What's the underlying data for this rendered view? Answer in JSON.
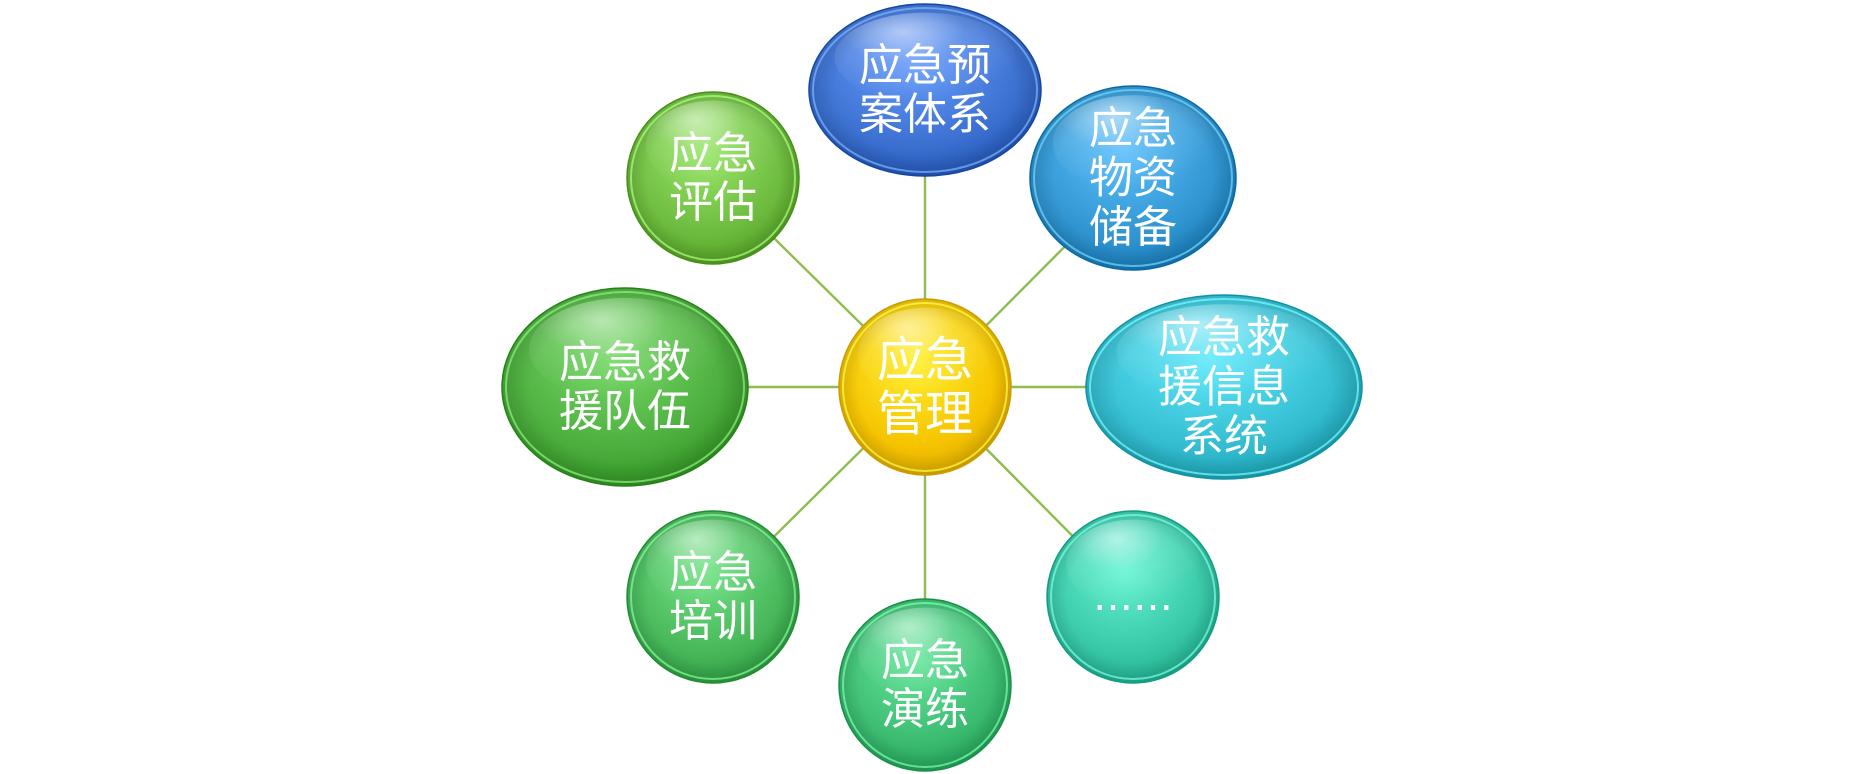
{
  "diagram": {
    "center": {
      "lines": [
        "应急",
        "管理"
      ],
      "color": "#f6c300"
    },
    "nodes": [
      {
        "id": "plan-system",
        "lines": [
          "应急预",
          "案体系"
        ],
        "color": "#3a6fcf"
      },
      {
        "id": "supplies-reserve",
        "lines": [
          "应急",
          "物资",
          "储备"
        ],
        "color": "#2f93cf"
      },
      {
        "id": "rescue-info-system",
        "lines": [
          "应急救",
          "援信息",
          "系统"
        ],
        "color": "#33bccf"
      },
      {
        "id": "more",
        "lines": [
          "……"
        ],
        "color": "#38c7a6"
      },
      {
        "id": "drill",
        "lines": [
          "应急",
          "演练"
        ],
        "color": "#3bbb70"
      },
      {
        "id": "training",
        "lines": [
          "应急",
          "培训"
        ],
        "color": "#46b659"
      },
      {
        "id": "rescue-team",
        "lines": [
          "应急救",
          "援队伍"
        ],
        "color": "#4aac3b"
      },
      {
        "id": "assessment",
        "lines": [
          "应急",
          "评估"
        ],
        "color": "#6cba3d"
      }
    ]
  }
}
